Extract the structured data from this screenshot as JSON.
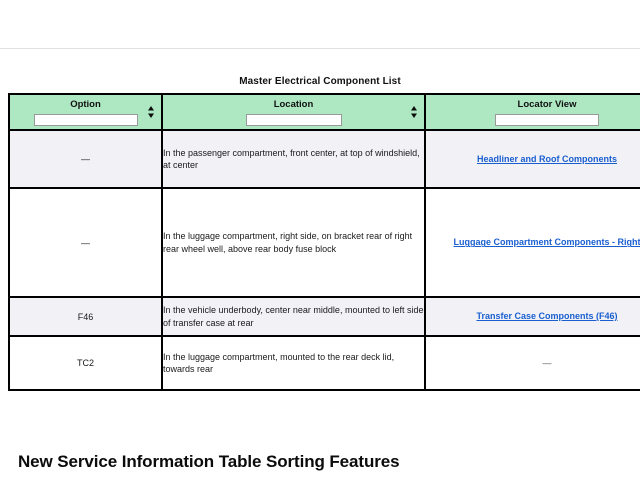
{
  "page": {
    "heading": "New Service Information Table Sorting Features"
  },
  "table": {
    "caption": "Master Electrical Component List",
    "sort_icon": "sort-updown-icon",
    "columns": [
      {
        "key": "option",
        "label": "Option",
        "filter_value": "",
        "filter_placeholder": ""
      },
      {
        "key": "location",
        "label": "Location",
        "filter_value": "",
        "filter_placeholder": ""
      },
      {
        "key": "locator",
        "label": "Locator View",
        "filter_value": "",
        "filter_placeholder": ""
      }
    ],
    "rows": [
      {
        "option": "—",
        "location": "In the passenger compartment, front center, at top of windshield, at center",
        "locator_link": "Headliner and Roof Components",
        "locator_is_link": true
      },
      {
        "option": "—",
        "location": "In the luggage compartment, right side, on bracket rear of right rear wheel well, above rear body fuse block",
        "locator_link": "Luggage Compartment Components - Right",
        "locator_is_link": true
      },
      {
        "option": "F46",
        "location": "In the vehicle underbody, center near middle, mounted to left side of transfer case at rear",
        "locator_link": "Transfer Case Components (F46)",
        "locator_is_link": true
      },
      {
        "option": "TC2",
        "location": "In the luggage compartment, mounted to the rear deck lid, towards rear",
        "locator_link": "—",
        "locator_is_link": false
      }
    ]
  },
  "colors": {
    "header_green": "#ade8c3",
    "row_stripe": "#f1f1f6",
    "link_blue": "#1a5fd0",
    "border": "#000000"
  }
}
